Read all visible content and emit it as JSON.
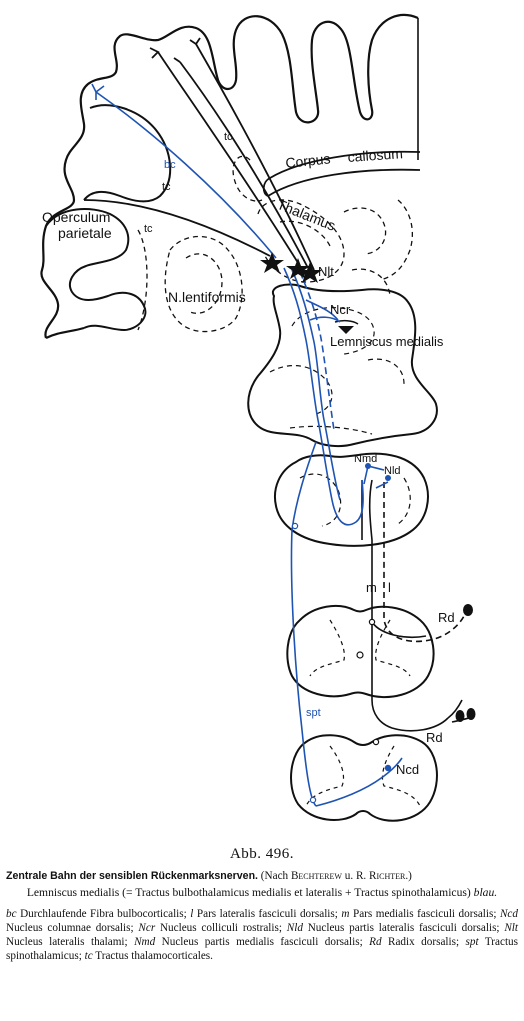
{
  "colors": {
    "ink": "#111111",
    "blue": "#1f54b3",
    "paper": "#ffffff"
  },
  "diagram_labels": {
    "operculum": "Operculum",
    "parietale": "parietale",
    "corpus": "Corpus",
    "callosum": "callosum",
    "thalamus": "Thalamus",
    "n_lentiformis": "N.lentiformis",
    "tc_upper": "tc",
    "tc_mid": "tc",
    "tc_left": "tc",
    "bc": "bc",
    "nlt": "Nlt",
    "ncr": "Ncr",
    "lemniscus": "Lemniscus medialis",
    "nmd": "Nmd",
    "nld": "Nld",
    "m": "m",
    "l": "l",
    "rd_upper": "Rd",
    "rd_lower": "Rd",
    "spt": "spt",
    "ncd": "Ncd"
  },
  "caption": {
    "fig_number": "Abb. 496.",
    "title_bold": "Zentrale Bahn der sensiblen Rückenmarksnerven.",
    "title_rest_1": "(Nach ",
    "author_1": "Bechterew",
    "title_rest_2": " u. R. ",
    "author_2": "Richter",
    "title_rest_3": ".)",
    "subtitle_1": "Lemniscus medialis (= Tractus bulbothalamicus medialis et lateralis + Tractus spinothalamicus) ",
    "subtitle_blue": "blau.",
    "legend": [
      {
        "abbr": "bc",
        "text": " Durchlaufende Fibra bulbocorticalis; "
      },
      {
        "abbr": "l",
        "text": " Pars lateralis fasciculi dorsalis; "
      },
      {
        "abbr": "m",
        "text": " Pars medialis fasciculi dorsalis; "
      },
      {
        "abbr": "Ncd",
        "text": " Nucleus columnae dorsalis; "
      },
      {
        "abbr": "Ncr",
        "text": " Nucleus colliculi rostralis; "
      },
      {
        "abbr": "Nld",
        "text": " Nucleus partis lateralis fasciculi dorsalis; "
      },
      {
        "abbr": "Nlt",
        "text": " Nucleus lateralis thalami; "
      },
      {
        "abbr": "Nmd",
        "text": " Nucleus partis medialis fasciculi dorsalis; "
      },
      {
        "abbr": "Rd",
        "text": " Radix dorsalis; "
      },
      {
        "abbr": "spt",
        "text": " Tractus spinothalamicus; "
      },
      {
        "abbr": "tc",
        "text": " Tractus thalamocorticales."
      }
    ]
  }
}
